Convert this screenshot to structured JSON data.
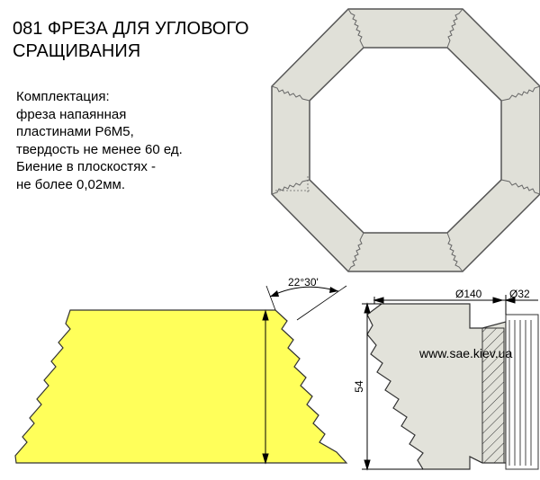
{
  "title": {
    "line1": "081 ФРЕЗА ДЛЯ УГЛОВОГО",
    "line2": "СРАЩИВАНИЯ"
  },
  "specs": [
    "Комплектация:",
    "фреза напаянная",
    "пластинами Р6М5,",
    "твердость не менее 60 ед.",
    "Биение в плоскостях -",
    "не более 0,02мм."
  ],
  "dimensions": {
    "angle": "22°30'",
    "outer_diameter": "Ø140",
    "bore_diameter": "Ø32",
    "height": "54"
  },
  "website": "www.sae.kiev.ua",
  "colors": {
    "profile_fill": "#ffff5a",
    "octagon_fill": "#e0e0d8",
    "section_fill": "#e2e2da"
  }
}
